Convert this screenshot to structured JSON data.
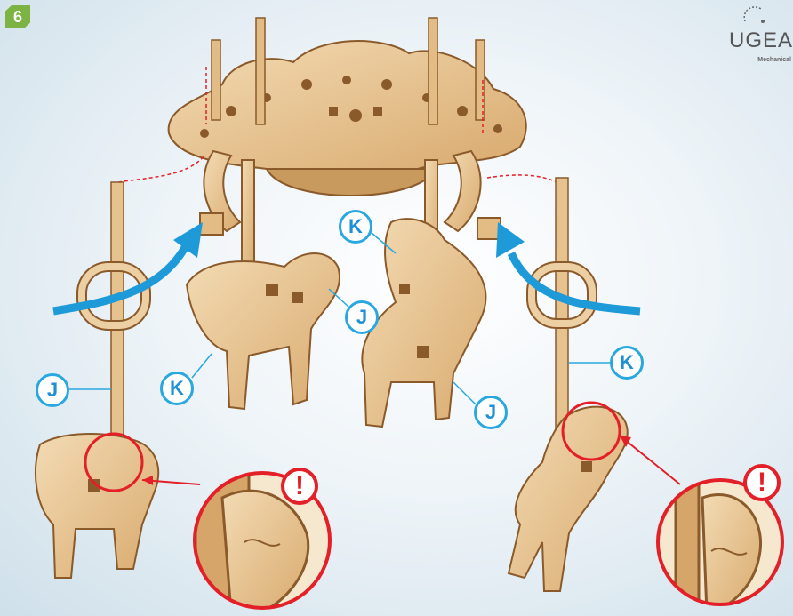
{
  "step": {
    "number": "6"
  },
  "brand": {
    "name": "UGEA",
    "tagline": "Mechanical"
  },
  "callouts": {
    "k_top": "K",
    "j_left_horse": "J",
    "k_left_horse": "K",
    "j_right_horse": "J",
    "j_left_pole": "J",
    "k_right_pole": "K"
  },
  "warnings": {
    "left": "!",
    "right": "!"
  },
  "colors": {
    "wood_light": "#e9c99b",
    "wood_dark": "#8a5a2b",
    "callout_blue": "#29a8e0",
    "arrow_blue": "#1e9ad8",
    "warn_red": "#e32028",
    "step_green": "#7cb342"
  }
}
